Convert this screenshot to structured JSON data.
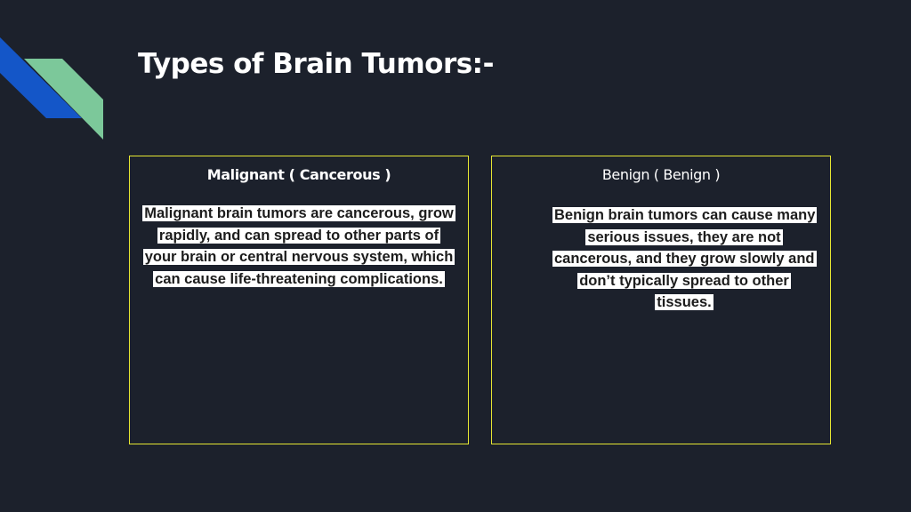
{
  "slide": {
    "title": "Types of Brain Tumors:-"
  },
  "colors": {
    "background": "#1c212c",
    "box_border": "#e6e632",
    "accent_blue": "#1456c8",
    "accent_green": "#7cc89a"
  },
  "boxes": [
    {
      "heading": "Malignant ( Cancerous )",
      "body": "Malignant brain tumors are cancerous, grow rapidly, and can spread to other parts of your brain or central nervous system, which can cause life-threatening complications."
    },
    {
      "heading": "Benign ( Benign )",
      "body": "Benign brain tumors can cause many serious issues, they are not cancerous, and they grow slowly and don’t typically spread to other tissues."
    }
  ]
}
